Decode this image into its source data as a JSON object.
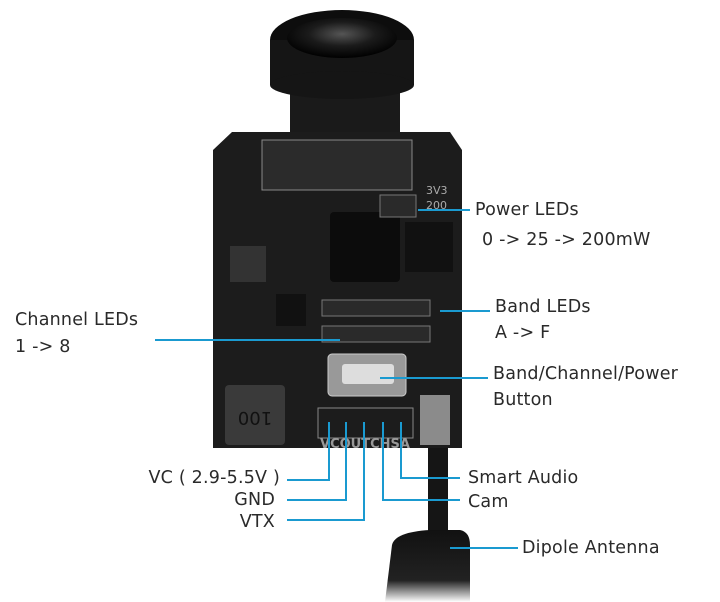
{
  "accent_color": "#1a9ad0",
  "board_markings": {
    "inductor": "100",
    "pads": "VCOUTCHSA",
    "pcb_top": [
      "3V3",
      "200"
    ]
  },
  "labels": {
    "power_leds": {
      "title": "Power LEDs",
      "detail": "0 -> 25 -> 200mW"
    },
    "band_leds": {
      "title": "Band LEDs",
      "detail": "A -> F"
    },
    "channel_leds": {
      "title": "Channel LEDs",
      "detail": "1 -> 8"
    },
    "button": {
      "title": "Band/Channel/Power",
      "detail": "Button"
    },
    "vc": "VC ( 2.9-5.5V )",
    "gnd": "GND",
    "vtx": "VTX",
    "smart_audio": "Smart Audio",
    "cam": "Cam",
    "antenna": "Dipole Antenna"
  }
}
